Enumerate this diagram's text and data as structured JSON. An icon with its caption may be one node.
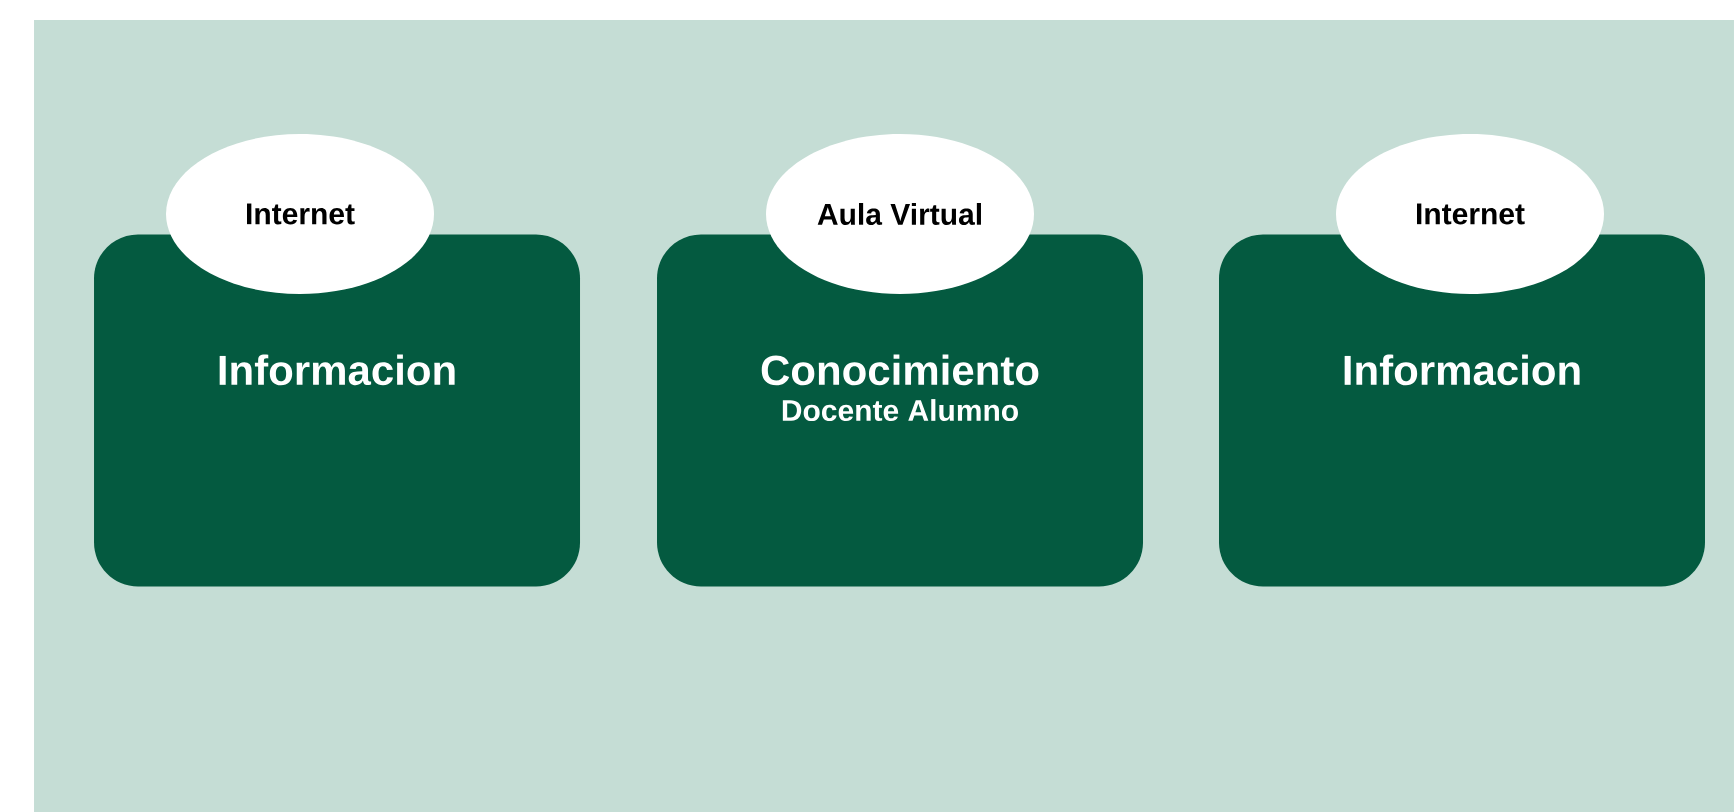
{
  "diagram": {
    "nodes": [
      {
        "text": [
          "Internet"
        ]
      },
      {
        "text": [
          "Informacion"
        ]
      },
      {
        "text": [
          "Aula Virtual"
        ]
      },
      {
        "text": [
          "Conocimiento",
          "Docente Alumno"
        ]
      },
      {
        "text": [
          "Internet"
        ]
      },
      {
        "text": [
          "Informacion"
        ]
      }
    ]
  }
}
